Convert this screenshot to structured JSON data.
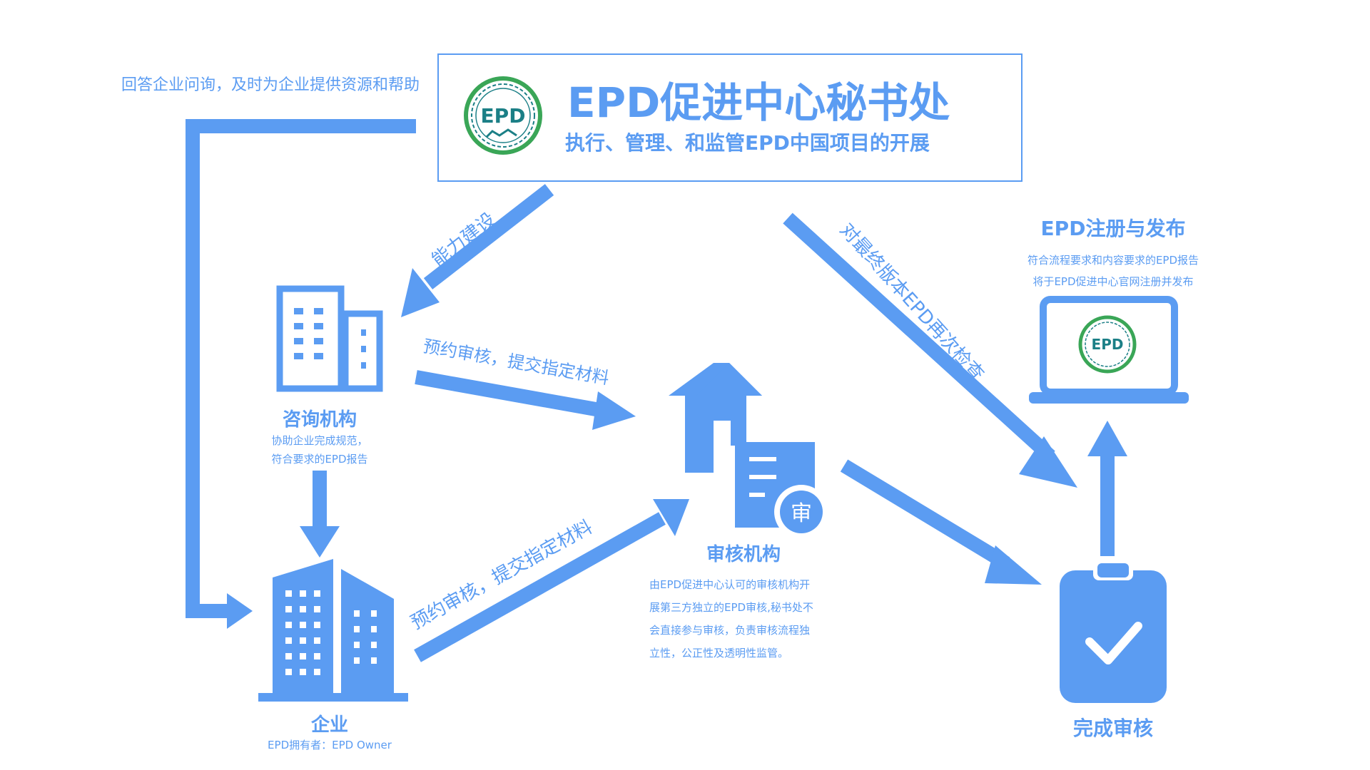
{
  "colors": {
    "accent": "#5b9cf2",
    "logo_green": "#3aa657",
    "logo_teal": "#1b7f86",
    "background": "#ffffff"
  },
  "secretariat": {
    "title": "EPD促进中心秘书处",
    "subtitle": "执行、管理、和监管EPD中国项目的开展",
    "logo_text": "EPD"
  },
  "arrows": {
    "answer_inquiries": "回答企业问询，及时为企业提供资源和帮助",
    "capacity_building": "能力建设",
    "book_audit_consult": "预约审核，提交指定材料",
    "book_audit_enterprise": "预约审核，提交指定材料",
    "final_recheck": "对最终版本EPD再次检查"
  },
  "consultancy": {
    "title": "咨询机构",
    "desc_line1": "协助企业完成规范，",
    "desc_line2": "符合要求的EPD报告"
  },
  "enterprise": {
    "title": "企业",
    "desc": "EPD拥有者：EPD Owner"
  },
  "verification_body": {
    "title": "审核机构",
    "badge": "审",
    "desc_line1": "由EPD促进中心认可的审核机构开",
    "desc_line2": "展第三方独立的EPD审核,秘书处不",
    "desc_line3": "会直接参与审核，负责审核流程独",
    "desc_line4": "立性，公正性及透明性监管。"
  },
  "registration": {
    "title": "EPD注册与发布",
    "desc_line1": "符合流程要求和内容要求的EPD报告",
    "desc_line2": "将于EPD促进中心官网注册并发布",
    "logo_text": "EPD"
  },
  "completion": {
    "title": "完成审核"
  }
}
